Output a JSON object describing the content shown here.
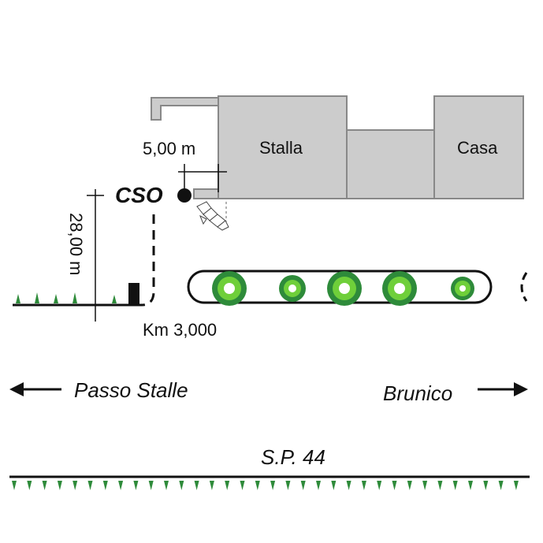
{
  "colors": {
    "building_fill": "#cccccc",
    "building_stroke": "#888888",
    "vegetation": "#2e8b3a",
    "vegetation_light": "#6fcf3a",
    "line": "#111111"
  },
  "labels": {
    "stalla": "Stalla",
    "casa": "Casa",
    "cso": "CSO",
    "distance_horizontal": "5,00 m",
    "distance_vertical": "28,00 m",
    "km": "Km 3,000",
    "left_direction": "Passo Stalle",
    "right_direction": "Brunico",
    "road_name": "S.P. 44"
  },
  "icons": {
    "left_arrow": "arrow-left-icon",
    "right_arrow": "arrow-right-icon",
    "marker": "cso-point-icon",
    "bush": "bush-icon",
    "grass": "grass-tuft-icon"
  }
}
